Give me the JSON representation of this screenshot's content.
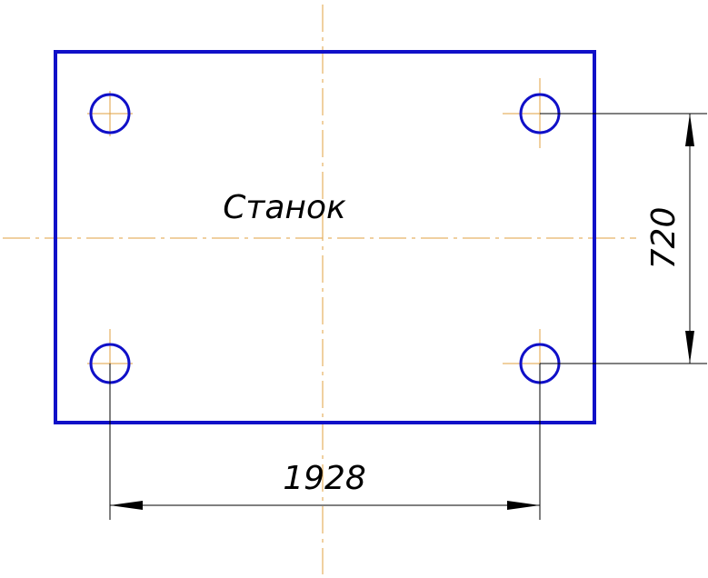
{
  "drawing": {
    "title": "Станок",
    "dim_horizontal": "1928",
    "dim_vertical": "720"
  },
  "colors": {
    "outline": "#1010c8",
    "centerline": "#e0a040",
    "dimension": "#000000"
  }
}
